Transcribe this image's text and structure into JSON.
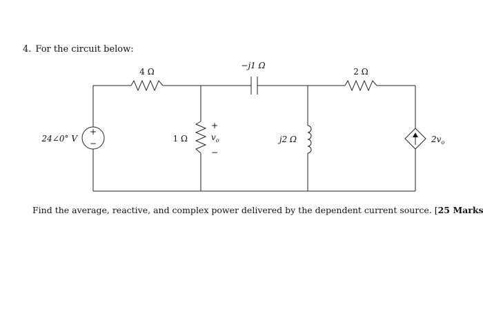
{
  "question": {
    "number": "4.",
    "heading": "For the circuit below:",
    "instruction": "Find the average, reactive, and complex power delivered by the dependent current source.",
    "marks_open": "[",
    "marks": "25 Marks",
    "marks_close": "]"
  },
  "circuit": {
    "source_label": "24∠0° V",
    "source_plus": "+",
    "source_minus": "−",
    "r_top_left": "4 Ω",
    "capacitor": "−j1 Ω",
    "r_top_right": "2 Ω",
    "r_shunt": "1 Ω",
    "vo_plus": "+",
    "vo_label": "v",
    "vo_sub": "o",
    "vo_minus": "−",
    "inductor": "j2 Ω",
    "dep_source_coef": "2v",
    "dep_source_sub": "o"
  }
}
